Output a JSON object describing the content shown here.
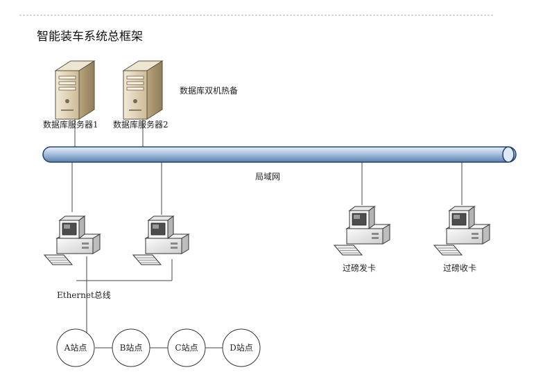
{
  "title": "智能装车系统总框架",
  "servers": [
    {
      "label": "数据库服务器1"
    },
    {
      "label": "数据库服务器2"
    }
  ],
  "hot_standby_label": "数据库双机热备",
  "lan_label": "局域网",
  "clients": [
    {
      "label": ""
    },
    {
      "label": ""
    },
    {
      "label": "过磅发卡"
    },
    {
      "label": "过磅收卡"
    }
  ],
  "bus_label": "Ethernet总线",
  "stations": [
    {
      "label": "A站点"
    },
    {
      "label": "B站点"
    },
    {
      "label": "C站点"
    },
    {
      "label": "D站点"
    }
  ],
  "colors": {
    "pipe_fill": "#a9c1e0",
    "pipe_stroke": "#1f3f6e",
    "server_body": "#d9cbb0",
    "line": "#444444"
  }
}
